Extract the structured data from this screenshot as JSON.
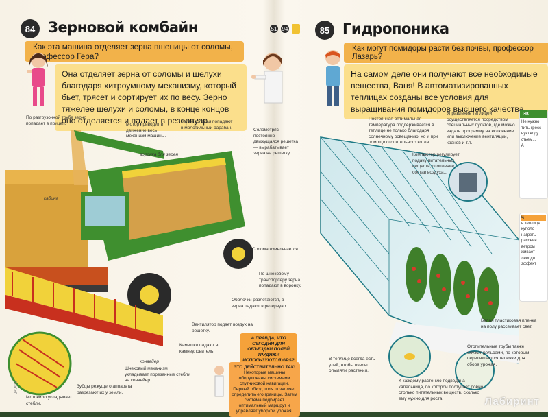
{
  "left": {
    "page_number": "84",
    "title": "Зерновой комбайн",
    "badges": [
      "51",
      "94"
    ],
    "question": "Как эта машина отделяет зерна пшеницы от соломы, профессор Гера?",
    "answer": "Она отделяет зерна от соломы и шелухи благодаря хитроумному механизму, который бьет, трясет и сортирует их по весу. Зерно тяжелее шелухи и соломы, в конце концов оно отделяется и падает в резервуар.",
    "captions": {
      "c1": "По разгрузочной трубе зерно попадает в прицеп.",
      "c2": "Мотор приводит в движение весь механизм машины.",
      "c2b": "воронка для зерен",
      "c3": "Затем колосья попадают в молотильный барабан.",
      "c4": "Соломотряс — постоянно движущаяся решетка — вырабатывает зерна на решетку.",
      "c5": "кабина",
      "c6": "Солома измельчается.",
      "c7": "По шнековому транспортеру зерна попадают в воронку.",
      "c8": "Оболочки разлетаются, а зерна падают в резервуар.",
      "c9": "Вентилятор подает воздух на решетку.",
      "c10": "Камешки падают в камнеуловитель.",
      "c11": "конвейер",
      "c12": "Шнековый механизм укладывает порезанные стебли на конвейер.",
      "c13": "Зубцы режущего аппарата разрезают их у земли.",
      "c14": "Мотовило укладывает стебли."
    },
    "tag1": "А ПРАВДА, ЧТО СЕГОДНЯ ДЛЯ ОБЪЕЗДКИ ПОЛЕЙ ТРУДЯЖИ ИСПОЛЬЗУЮТСЯ GPS?",
    "tag2_title": "ЭТО ДЕЙСТВИТЕЛЬНО ТАК!",
    "tag2": "Некоторые машины оборудованы системами спутниковой навигации. Первый обход поля позволяет определить его границы. Затем система подбирает оптимальный маршрут и управляет уборкой урожая.",
    "side_letters": "ДОСУГ"
  },
  "right": {
    "page_number": "85",
    "title": "Гидропоника",
    "question": "Как могут помидоры расти без почвы, профессор Лазарь?",
    "answer": "На самом деле они получают все необходимые вещества, Ваня! В автоматизированных теплицах созданы все условия для выращивания помидоров высшего качества.",
    "captions": {
      "r1": "Постоянная оптимальная температура поддерживается в теплице не только благодаря солнечному освещению, но и при помощи отопительного котла.",
      "r2": "Управление теплицей осуществляется посредством специальных пультов, где можно задать программу на включение или выключение вентиляции, кранов и т.п.",
      "r3": "Компьютер регулирует подачу питательных веществ, отопление, состав воздуха...",
      "r4": "Белая пластиковая пленка на полу рассеивает свет.",
      "r5": "Отопительные трубы также служат рельсами, по которым передвигаются тележки для сбора урожая.",
      "r6": "В теплице всегда есть улей, чтобы пчелы опыляли растения.",
      "r7": "К каждому растению подведена капельница, по которой поступает ровно столько питательных веществ, сколько ему нужно для роста."
    },
    "side_top": "ЭК",
    "side_texts": [
      "Не нужно",
      "тить кресс",
      "ную воду",
      "стьем... ",
      "д"
    ],
    "side_texts2": [
      "ц",
      "в теплице",
      "куполо",
      "нагреть",
      "рассеив",
      "ветром",
      "живает",
      "леводи",
      "эффект"
    ]
  },
  "watermark": "Лабиринт",
  "colors": {
    "question_bar": "#f2b24a",
    "answer_box": "#fbdf8c",
    "tractor_green": "#3f8f2f",
    "wheat": "#d9a23c"
  }
}
